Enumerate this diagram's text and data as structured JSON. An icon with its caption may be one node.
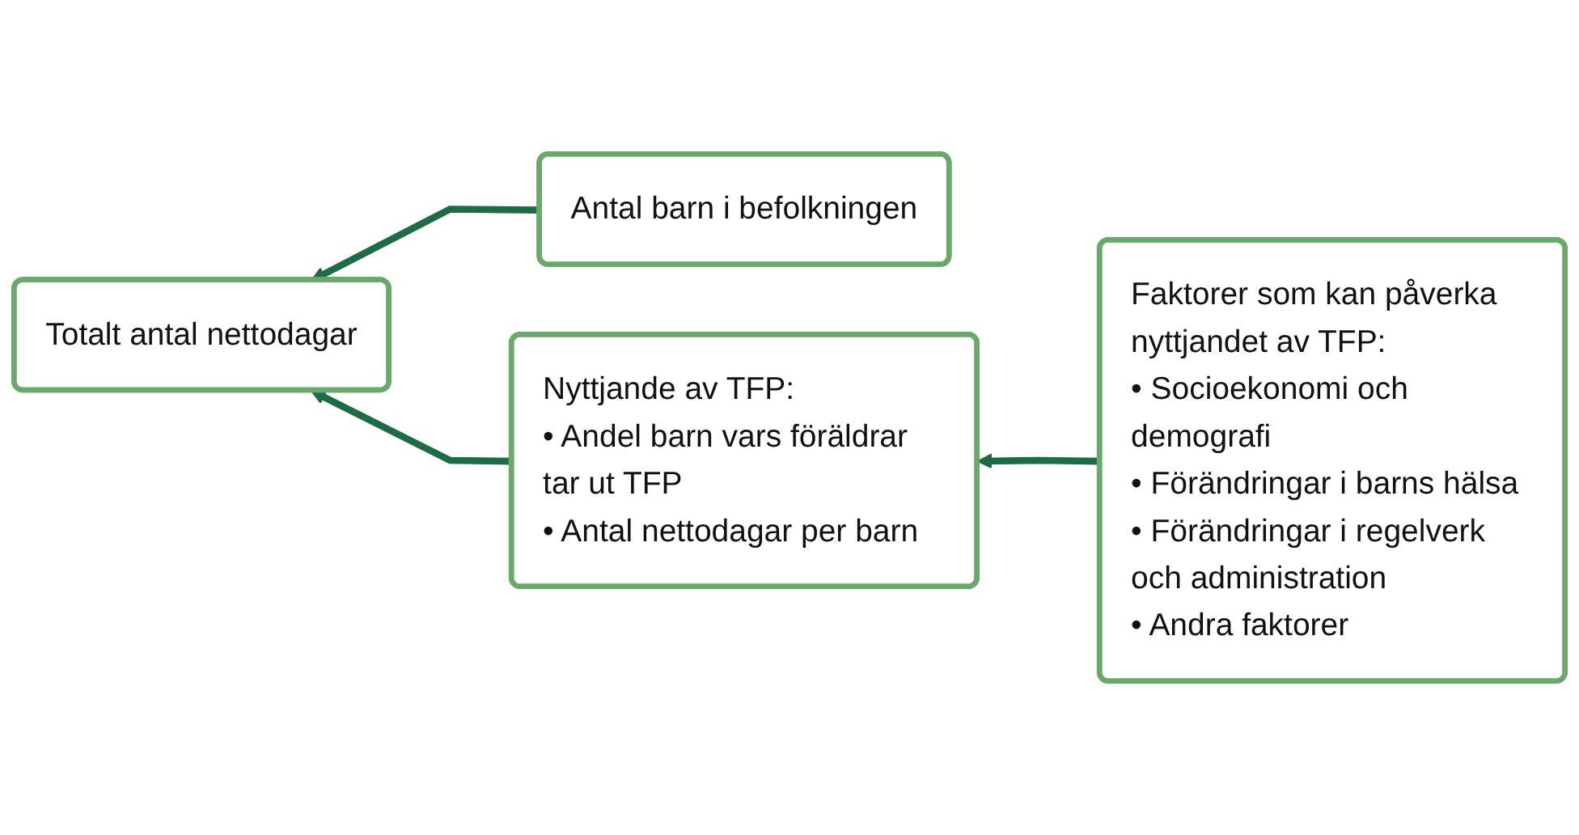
{
  "diagram": {
    "nodes": [
      {
        "text": [
          "Antal barn i befolkningen"
        ]
      },
      {
        "text": [
          "Totalt antal nettodagar"
        ]
      },
      {
        "text": [
          "Nyttjande av TFP:",
          "• Andel barn vars föräldrar tar ut TFP",
          "• Antal nettodagar per barn"
        ]
      },
      {
        "text": [
          "Faktorer som kan påverka nyttjandet av TFP:",
          "• Socioekonomi och demografi",
          "• Förändringar i barns hälsa",
          "• Förändringar i regelverk och administration",
          "• Andra faktorer"
        ]
      }
    ],
    "edges": [
      {
        "from": 0,
        "to": 1,
        "arrow": "to"
      },
      {
        "from": 2,
        "to": 1,
        "arrow": "to"
      },
      {
        "from": 3,
        "to": 2,
        "arrow": "to"
      }
    ]
  }
}
